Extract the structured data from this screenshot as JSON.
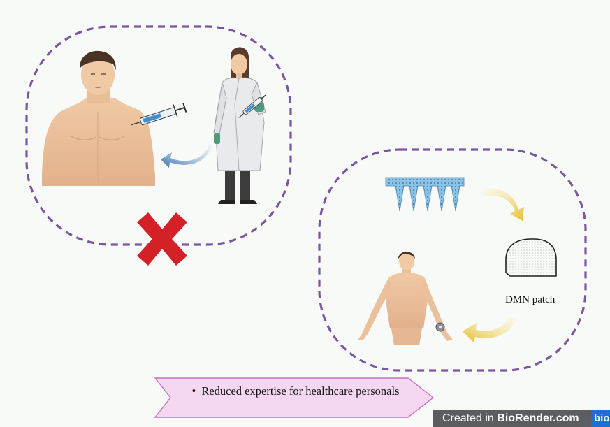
{
  "patch_label": "DMN patch",
  "banner": {
    "bullet": "•",
    "text": "Reduced expertise for healthcare personals"
  },
  "credit": {
    "prefix": "Created in ",
    "brand": "BioRender.com",
    "logo": "bio"
  },
  "icons": {
    "cross": "red-x-icon",
    "syringe": "syringe-icon",
    "patch": "microneedle-patch-icon"
  },
  "colors": {
    "dashed_border": "#7b55a3",
    "cross": "#d42027",
    "arrow_blue": "#2f6aa8",
    "arrow_yellow": "#e7c33c",
    "banner_fill": "#f6d7f2",
    "banner_border": "#cc6fc2",
    "needle_blue": "#7fb8dc"
  }
}
